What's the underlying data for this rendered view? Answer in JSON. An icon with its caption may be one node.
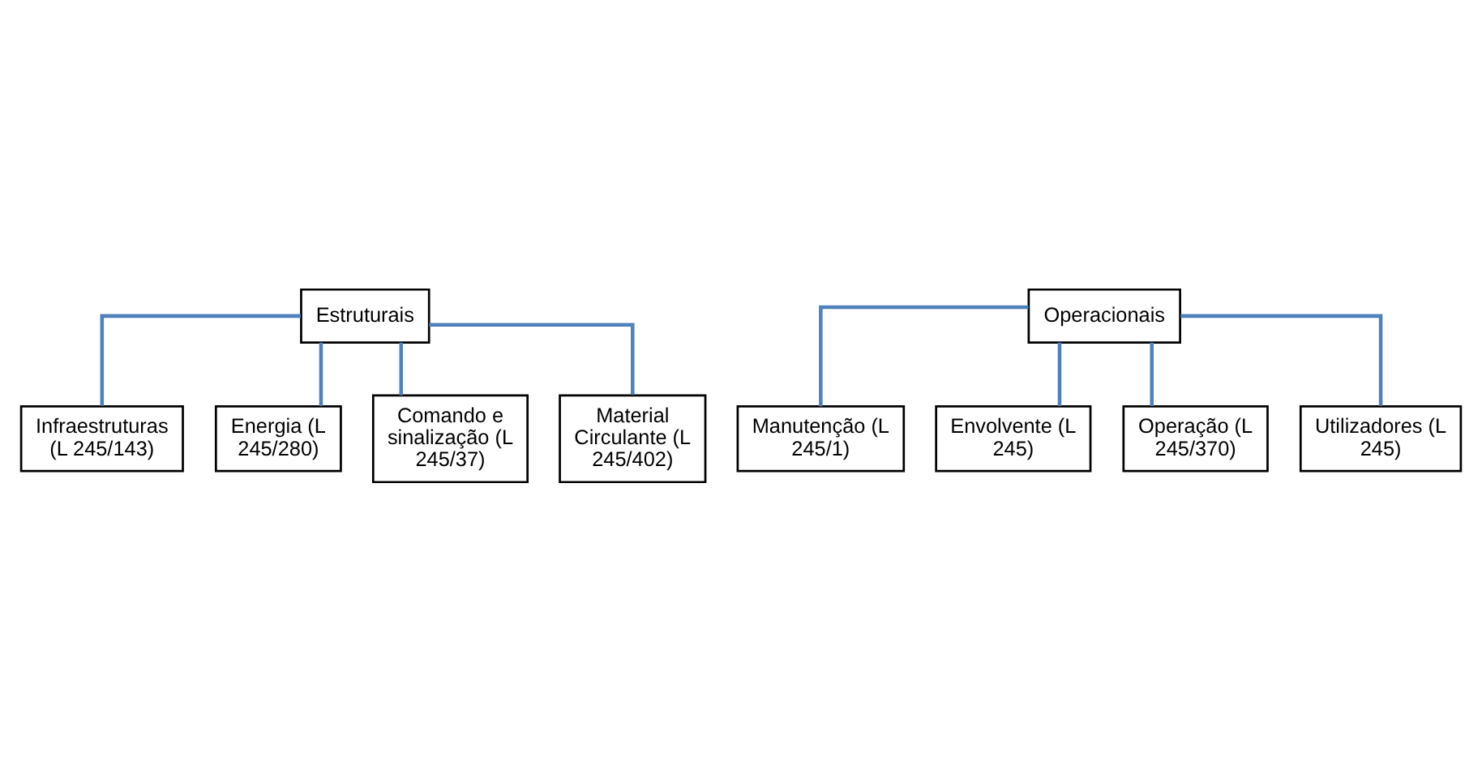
{
  "diagram": {
    "nodes": [
      {
        "text": [
          "Estruturais"
        ]
      },
      {
        "text": [
          "Infraestruturas (L 245/143)"
        ]
      },
      {
        "text": [
          "Energia (L 245/280)"
        ]
      },
      {
        "text": [
          "Comando e sinalização (L 245/37)"
        ]
      },
      {
        "text": [
          "Material Circulante (L 245/402)"
        ]
      },
      {
        "text": [
          "Operacionais"
        ]
      },
      {
        "text": [
          "Manutenção (L 245/1)"
        ]
      },
      {
        "text": [
          "Envolvente (L 245)"
        ]
      },
      {
        "text": [
          "Operação (L 245/370)"
        ]
      },
      {
        "text": [
          "Utilizadores (L 245)"
        ]
      }
    ],
    "edges": [
      {
        "from": 0,
        "to": 1,
        "arrow": "none"
      },
      {
        "from": 0,
        "to": 2,
        "arrow": "none"
      },
      {
        "from": 0,
        "to": 3,
        "arrow": "none"
      },
      {
        "from": 0,
        "to": 4,
        "arrow": "none"
      },
      {
        "from": 5,
        "to": 6,
        "arrow": "none"
      },
      {
        "from": 5,
        "to": 7,
        "arrow": "none"
      },
      {
        "from": 5,
        "to": 8,
        "arrow": "none"
      },
      {
        "from": 5,
        "to": 9,
        "arrow": "none"
      }
    ]
  }
}
